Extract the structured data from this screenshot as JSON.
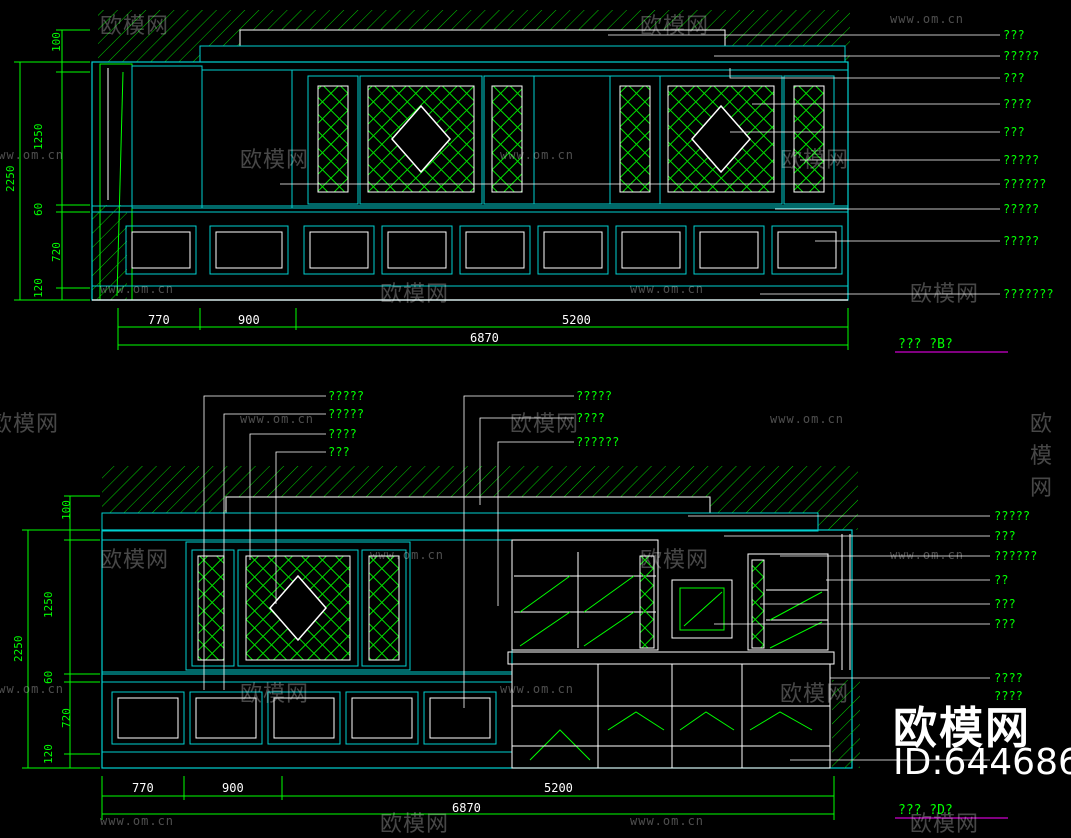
{
  "watermarks": {
    "brand": "欧模网",
    "url": "www.om.cn",
    "id": "ID:644686"
  },
  "dimensions": {
    "top_vertical": [
      "100",
      "1250",
      "2250",
      "60",
      "720",
      "120"
    ],
    "top_horizontal": [
      "770",
      "900",
      "5200",
      "6870"
    ],
    "bottom_vertical": [
      "100",
      "1250",
      "2250",
      "60",
      "720",
      "120"
    ],
    "bottom_horizontal": [
      "770",
      "900",
      "5200",
      "6870"
    ]
  },
  "top_labels": [
    "???",
    "?????",
    "???",
    "????",
    "???",
    "?????",
    "??????",
    "?????",
    "?????",
    "???????"
  ],
  "top_title": "???  ?B?",
  "bottom_left_labels": [
    "?????",
    "?????",
    "????",
    "???"
  ],
  "bottom_mid_labels": [
    "?????",
    "????",
    "??????"
  ],
  "bottom_right_labels": [
    "?????",
    "???",
    "??????",
    "??",
    "???",
    "???",
    "????",
    "????"
  ],
  "bottom_title": "???  ?D?"
}
